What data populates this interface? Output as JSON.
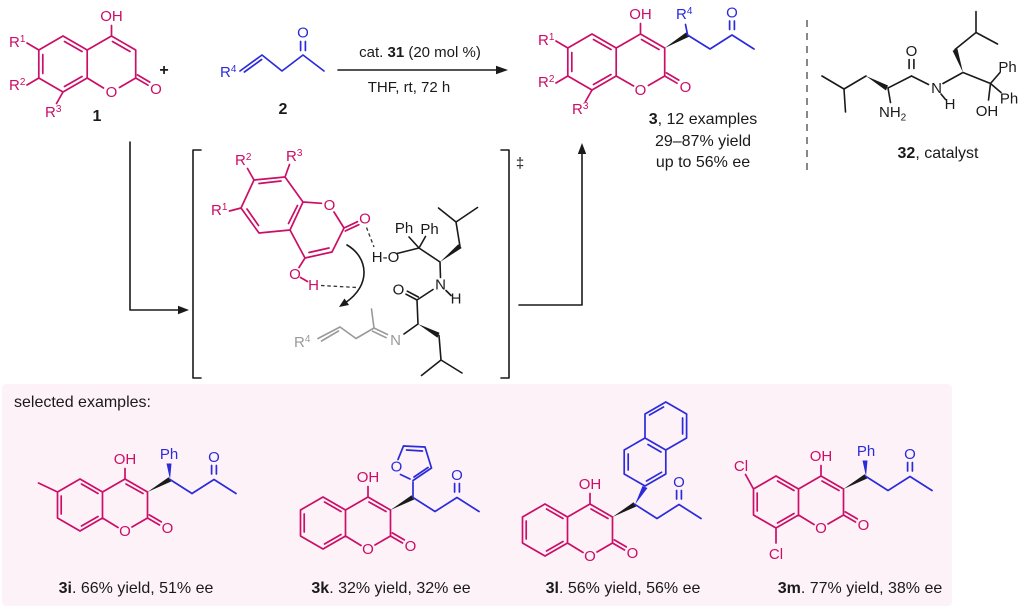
{
  "colors": {
    "coumarin_pink": "#cb0e66",
    "side_chain_blue": "#2b2bdb",
    "structure_black": "#1a1a1a",
    "faded_gray": "#9a9a9a",
    "panel_background": "#fdf2f8"
  },
  "atoms": {
    "o": "O",
    "oh": "OH",
    "n": "N",
    "h": "H",
    "ho": "H-O",
    "ph": "Ph",
    "cl": "Cl",
    "plus": "+",
    "dagger": "‡"
  },
  "rl": {
    "r1": {
      "b": "R",
      "s": "1"
    },
    "r2": {
      "b": "R",
      "s": "2"
    },
    "r3": {
      "b": "R",
      "s": "3"
    },
    "r4": {
      "b": "R",
      "s": "4"
    },
    "nh2": {
      "b": "NH",
      "s": "2"
    }
  },
  "scheme": {
    "compound1_label": "1",
    "compound2_label": "2",
    "cond_pre": "cat. ",
    "cond_cat": "31",
    "cond_post": " (20 mol %)",
    "cond_solvent": "THF, rt, 72 h",
    "product_num": "3",
    "product_rest": ", 12 examples",
    "product_yield": "29–87% yield",
    "product_ee": "up to 56% ee",
    "catalyst_num": "32",
    "catalyst_rest": ", catalyst"
  },
  "examples": {
    "title": "selected examples:",
    "items": [
      {
        "id": "3i",
        "result": ". 66% yield, 51% ee"
      },
      {
        "id": "3k",
        "result": ". 32% yield, 32% ee"
      },
      {
        "id": "3l",
        "result": ". 56% yield, 56% ee"
      },
      {
        "id": "3m",
        "result": ". 77% yield, 38% ee"
      }
    ]
  }
}
